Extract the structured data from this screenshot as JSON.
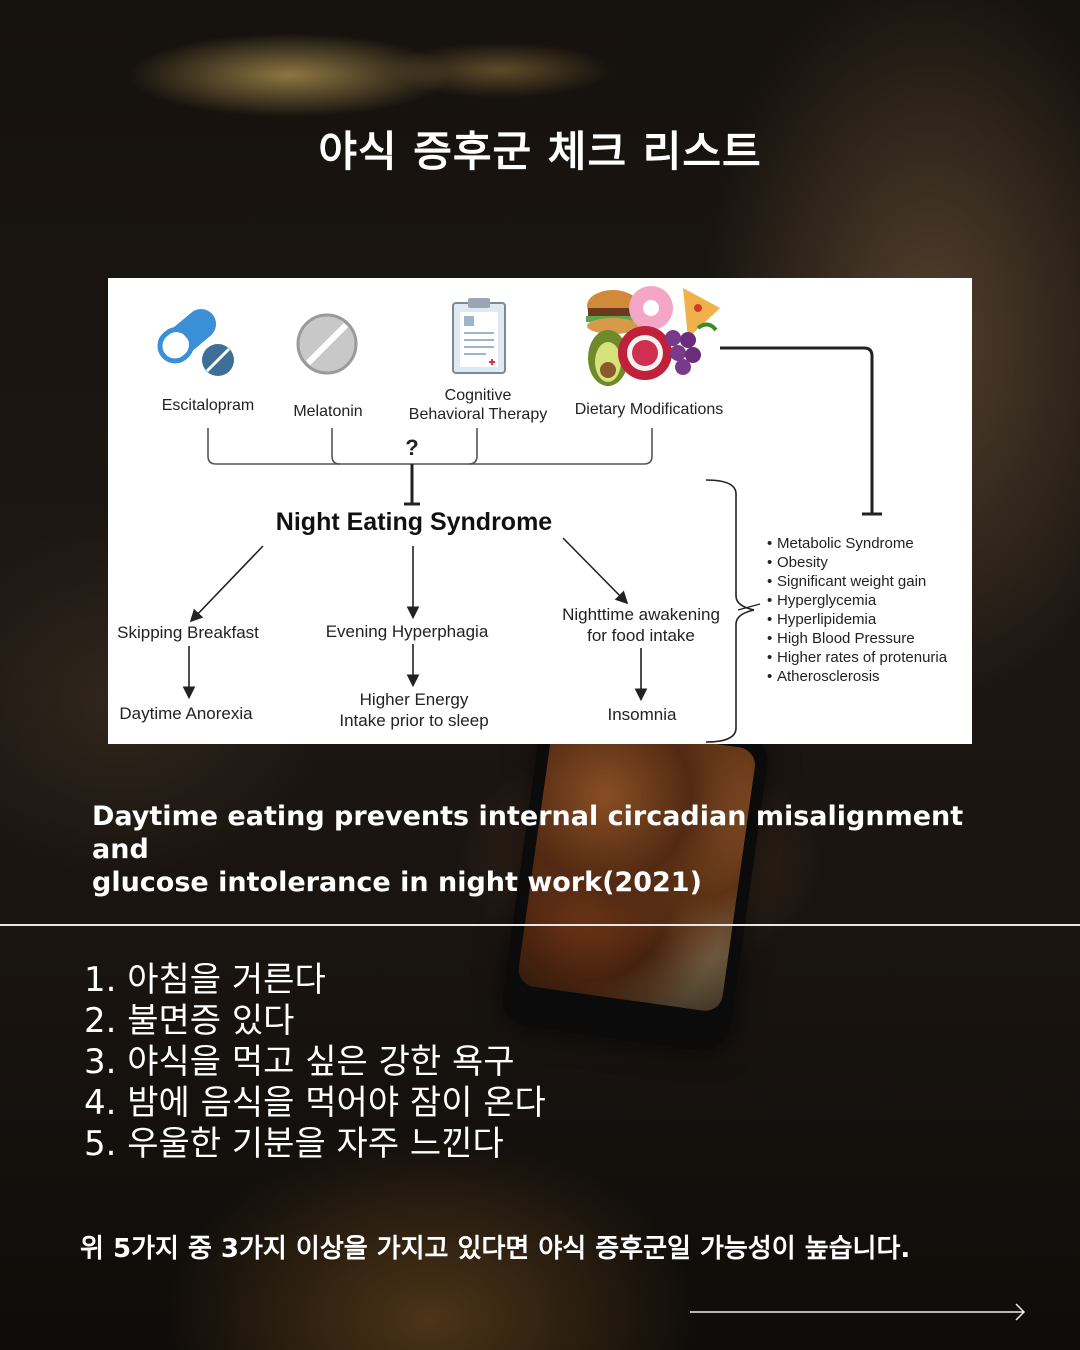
{
  "title": "야식 증후군 체크 리스트",
  "figure": {
    "treatments": [
      {
        "label": "Escitalopram",
        "icon": "pill-capsule-icon"
      },
      {
        "label": "Melatonin",
        "icon": "tablet-icon"
      },
      {
        "label_line1": "Cognitive",
        "label_line2": "Behavioral Therapy",
        "icon": "clipboard-icon"
      },
      {
        "label": "Dietary Modifications",
        "icon": "food-icon"
      }
    ],
    "question_mark": "?",
    "center_label": "Night Eating Syndrome",
    "symptoms": {
      "skipping_breakfast": "Skipping Breakfast",
      "evening_hyperphagia": "Evening Hyperphagia",
      "nighttime_awakening_line1": "Nighttime awakening",
      "nighttime_awakening_line2": "for food intake",
      "daytime_anorexia": "Daytime Anorexia",
      "higher_energy_line1": "Higher Energy",
      "higher_energy_line2": "Intake prior to sleep",
      "insomnia": "Insomnia"
    },
    "consequences": [
      "Metabolic Syndrome",
      "Obesity",
      "Significant weight gain",
      "Hyperglycemia",
      "Hyperlipidemia",
      "High Blood Pressure",
      "Higher rates of protenuria",
      "Atherosclerosis"
    ],
    "bullet": "•"
  },
  "caption_line1": "Daytime eating prevents internal circadian misalignment and",
  "caption_line2": "glucose intolerance in night work(2021)",
  "checklist": [
    "1. 아침을 거른다",
    "2. 불면증 있다",
    "3. 야식을 먹고 싶은 강한 욕구",
    "4. 밤에 음식을 먹어야 잠이 온다",
    "5. 우울한 기분을 자주 느낀다"
  ],
  "footer": "위 5가지 중 3가지 이상을 가지고 있다면 야식 증후군일 가능성이 높습니다.",
  "colors": {
    "background": "#1a1511",
    "text": "#ffffff",
    "figure_bg": "#ffffff",
    "capsule_blue": "#3b8fd6",
    "capsule_dark": "#3e6f96"
  }
}
